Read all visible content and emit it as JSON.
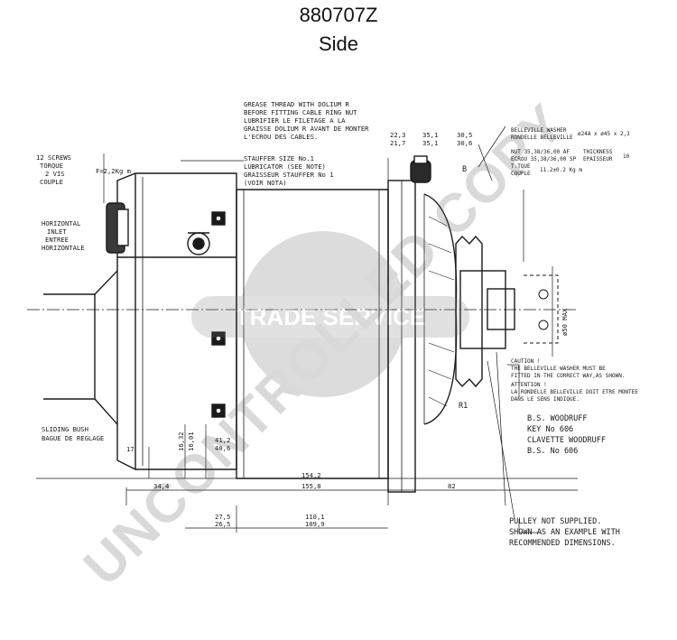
{
  "title": "880707Z",
  "subtitle": "Side",
  "watermark": {
    "stamp": "UNCONTROLLED COPY",
    "badge": "TRADE SERVICE"
  },
  "labels": {
    "grease_1": "GREASE THREAD WITH DOLIUM R",
    "grease_2": "BEFORE FITTING CABLE RING NUT",
    "grease_3": "LUBRIFIER LE FILETAGE A LA",
    "grease_4": "GRAISSE DOLIUM R AVANT DE MONTER",
    "grease_5": "L'ECROU DES CABLES.",
    "screws_1": "12 SCREWS",
    "screws_2": "TORQUE",
    "screws_3": "2 VIS",
    "screws_4": "COUPLE",
    "screws_torque": "F=2,2Kg m",
    "stauffer_1": "STAUFFER SIZE No.1",
    "stauffer_2": "LUBRICATOR (SEE NOTE)",
    "stauffer_3": "GRAISSEUR STAUFFER No 1",
    "stauffer_4": "(VOIR NOTA)",
    "inlet_1": "HORIZONTAL",
    "inlet_2": "INLET",
    "inlet_3": "ENTREE",
    "inlet_4": "HORIZONTALE",
    "dim_22_3": "22,3",
    "dim_21_7": "21,7",
    "dim_35_1a": "35,1",
    "dim_35_1b": "35,1",
    "dim_30_5": "30,5",
    "dim_30_6": "30,6",
    "washer_1": "BELLEVILLE WASHER",
    "washer_2": "RONDELLE BELLEVILLE",
    "washer_spec": "ø24A x ø45 x 2,3",
    "nut_1": "NUT  35,38/36,00 AF",
    "nut_2": "ECROU 35,38/36,00 SP",
    "thickness_1": "THICKNESS",
    "thickness_2": "EPAISSEUR",
    "thickness_val": "10",
    "torque_1": "T.TQUE",
    "torque_2": "COUPLE",
    "torque_val": "11.2±0.2 Kg m",
    "letter_b": "B",
    "diam_50": "ø50 MAX",
    "caution_1": "CAUTION !",
    "caution_2": "THE BELLEVILLE WASHER MUST BE",
    "caution_3": "FITTED IN THE CORRECT WAY,AS SHOWN.",
    "attention_1": "ATTENTION !",
    "attention_2": "LA RONDELLE BELLEVILLE DOIT ETRE MONTEE",
    "attention_3": "DANS LE SENS INDIQUE.",
    "r1": "R1",
    "key_1": "B.S. WOODRUFF",
    "key_2": "KEY  No 606",
    "key_3": "CLAVETTE  WOODRUFF",
    "key_4": "B.S.  No 606",
    "bush_1": "SLIDING BUSH",
    "bush_2": "BAGUE DE REGLAGE",
    "dim_17": "17",
    "dim_16_32": "16,32",
    "dim_16_01": "16,01",
    "dim_41_2": "41,2",
    "dim_40_6": "40,6",
    "dim_154_2": "154,2",
    "dim_155_8": "155,8",
    "dim_34_4": "34,4",
    "dim_82": "82",
    "dim_27_5": "27,5",
    "dim_26_5": "26,5",
    "dim_110_1": "110,1",
    "dim_109_9": "109,9",
    "pulley_1": "PULLEY NOT SUPPLIED.",
    "pulley_2": "SHOWN AS AN EXAMPLE WITH",
    "pulley_3": "RECOMMENDED DIMENSIONS."
  }
}
